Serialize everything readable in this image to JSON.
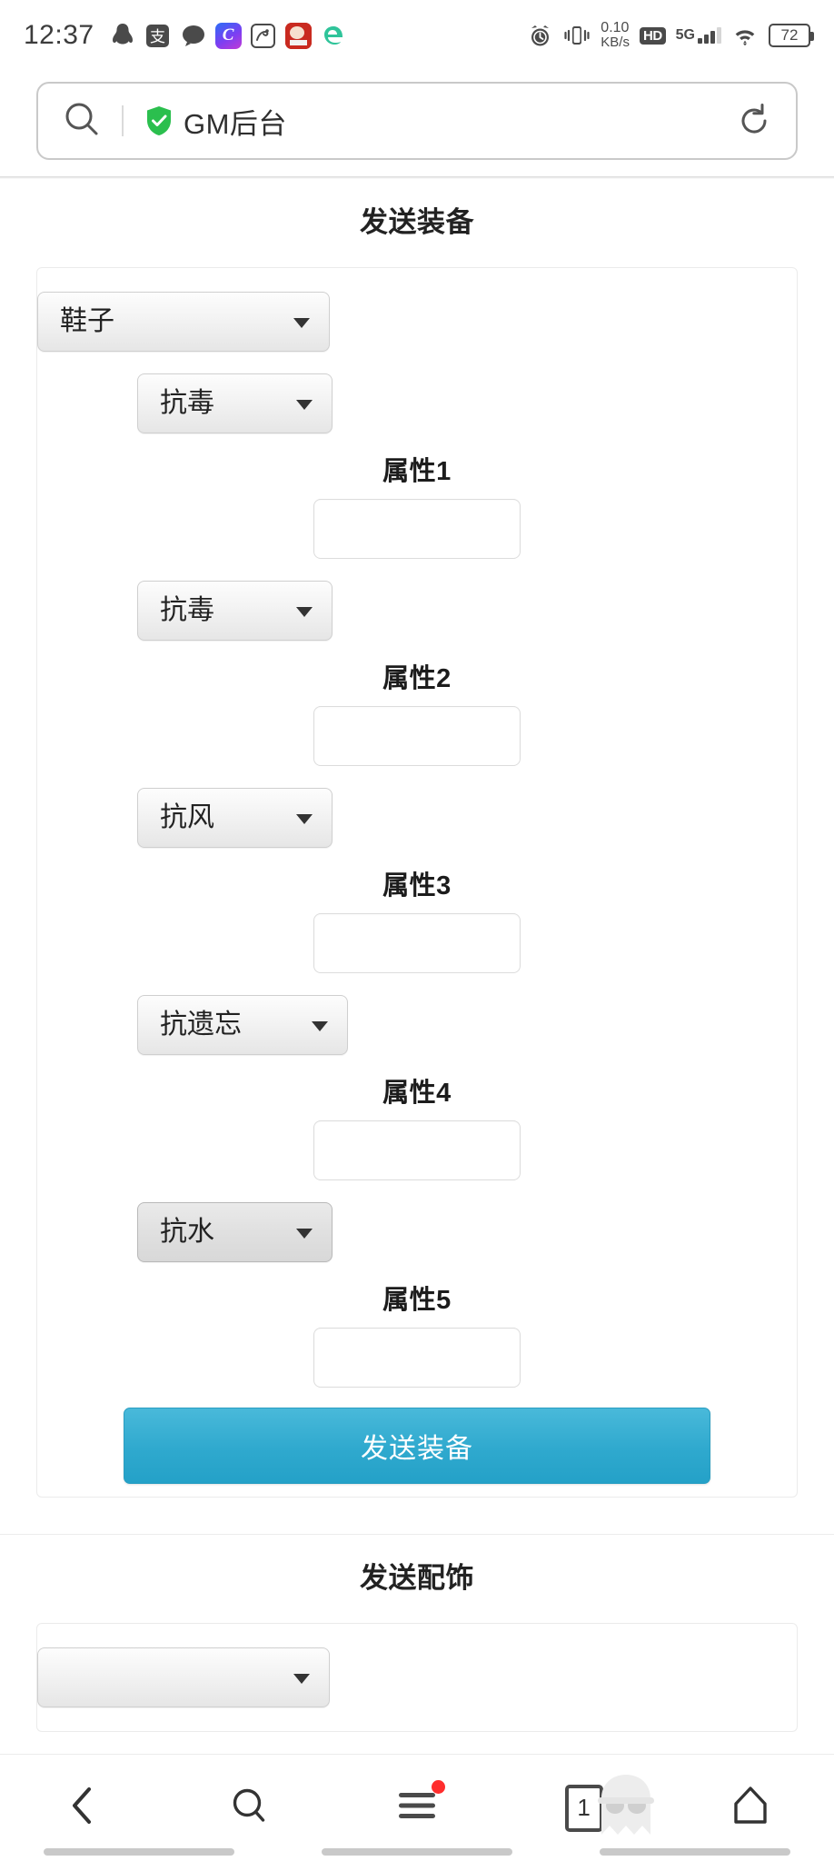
{
  "statusbar": {
    "time": "12:37",
    "left_icons": [
      "qq-icon",
      "alipay-icon",
      "wechat-icon",
      "c-app-icon",
      "uc-browser-icon",
      "red-app-icon",
      "edge-icon"
    ],
    "alarm_icon": "alarm-clock-icon",
    "vibrate_icon": "vibrate-icon",
    "net_speed_value": "0.10",
    "net_speed_unit": "KB/s",
    "hd_badge": "HD",
    "network_type": "5G",
    "wifi_icon": "wifi-icon",
    "battery_level": "72"
  },
  "browser": {
    "search_icon": "search-icon",
    "security_icon": "shield-check-icon",
    "page_title": "GM后台",
    "reload_icon": "reload-icon"
  },
  "page": {
    "equip_section": {
      "title": "发送装备",
      "item_select": {
        "value": "鞋子",
        "options": [
          "鞋子"
        ]
      },
      "attributes": [
        {
          "select": {
            "value": "抗毒",
            "options": [
              "抗毒"
            ]
          },
          "label": "属性1",
          "input_value": "",
          "pressed": false
        },
        {
          "select": {
            "value": "抗毒",
            "options": [
              "抗毒"
            ]
          },
          "label": "属性2",
          "input_value": "",
          "pressed": false
        },
        {
          "select": {
            "value": "抗风",
            "options": [
              "抗风"
            ]
          },
          "label": "属性3",
          "input_value": "",
          "pressed": false
        },
        {
          "select": {
            "value": "抗遗忘",
            "options": [
              "抗遗忘"
            ]
          },
          "label": "属性4",
          "input_value": "",
          "pressed": false
        },
        {
          "select": {
            "value": "抗水",
            "options": [
              "抗水"
            ]
          },
          "label": "属性5",
          "input_value": "",
          "pressed": true
        }
      ],
      "submit_label": "发送装备"
    },
    "accessory_section": {
      "title": "发送配饰"
    }
  },
  "bottom_nav": {
    "back_icon": "chevron-left-icon",
    "search_icon": "search-icon",
    "menu_icon": "menu-icon",
    "menu_has_badge": true,
    "tabs_count": "1",
    "profile_icon": "ghost-avatar-icon",
    "home_icon": "home-icon"
  },
  "colors": {
    "accent": "#2fa9ce",
    "badge": "#ff2d2d",
    "shield_green": "#2bbf4e"
  }
}
